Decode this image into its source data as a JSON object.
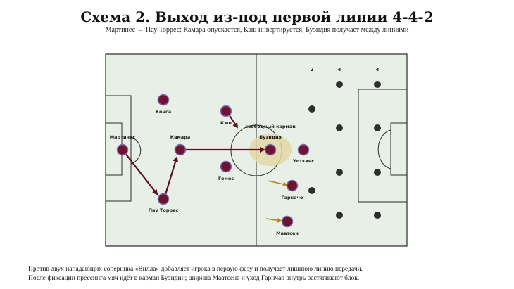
{
  "title": "Схема 2. Выход из-под первой линии 4-4-2",
  "subtitle": "Мартинес → Пау Торрес; Камара опускается, Кэш инвертируется, Буэндия получает между линиями",
  "caption_lines": [
    "Против двух нападающих соперника «Вилла» добавляет игрока в первую фазу и получает лишнюю линию передачи.",
    "После фиксации прессинга мяч идёт в карман Буэндии; ширина Маатсена и уход Гарнчао внутрь растягивают блок."
  ],
  "colors": {
    "pitch": "#e8efe6",
    "lines": "#2a2a2a",
    "player": "#6e1431",
    "player_ring": "#7e6cb0",
    "opponent": "#2e2e2e",
    "pass_arrow": "#5a0f26",
    "run_arrow": "#b08a1a",
    "zone": "#e3d8a6"
  },
  "pocket_label": "свободный карман",
  "opponent_column_counts": [
    "2",
    "4",
    "4"
  ],
  "players": [
    {
      "id": "martinez",
      "label": "Мартинес"
    },
    {
      "id": "konsa",
      "label": "Конса"
    },
    {
      "id": "pau",
      "label": "Пау Торрес"
    },
    {
      "id": "kamara",
      "label": "Камара"
    },
    {
      "id": "kesh",
      "label": "Кэш"
    },
    {
      "id": "gomes",
      "label": "Гомес"
    },
    {
      "id": "buendia",
      "label": "Буэндия"
    },
    {
      "id": "watkins",
      "label": "Уоткинс"
    },
    {
      "id": "garnacho",
      "label": "Гарначо"
    },
    {
      "id": "maatsen",
      "label": "Маатсен"
    }
  ],
  "opponents_count": 10
}
